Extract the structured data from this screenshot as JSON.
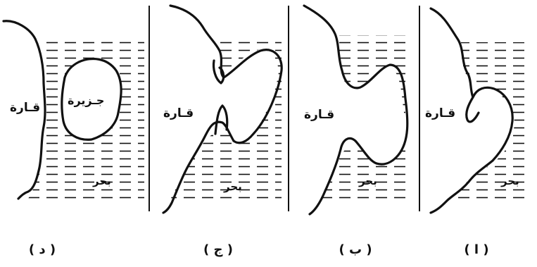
{
  "panels": [
    {
      "id": "a",
      "caption": "( ا )",
      "land_label": "قـارة",
      "sea_label": "بحر"
    },
    {
      "id": "b",
      "caption": "( ب )",
      "land_label": "قـارة",
      "sea_label": "بحر"
    },
    {
      "id": "c",
      "caption": "( ج )",
      "land_label": "قـارة",
      "sea_label": "بحر"
    },
    {
      "id": "d",
      "caption": "( د )",
      "land_label": "قـارة",
      "sea_label": "بحر",
      "island_label": "جـزيرة"
    }
  ],
  "colors": {
    "ink": "#111111",
    "background": "#ffffff"
  }
}
